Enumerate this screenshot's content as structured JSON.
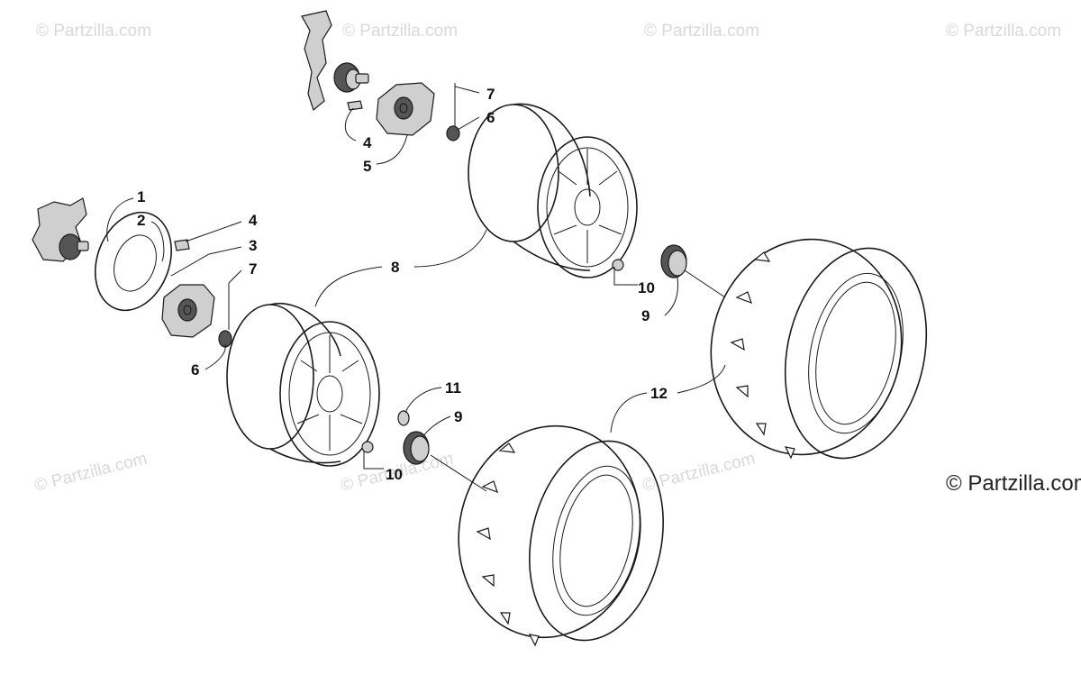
{
  "watermarks": {
    "faded": "© Partzilla.com",
    "main": "© Partzilla.com"
  },
  "callouts": {
    "c1": "1",
    "c2": "2",
    "c3": "3",
    "c4a": "4",
    "c4b": "4",
    "c5": "5",
    "c6a": "6",
    "c6b": "6",
    "c7a": "7",
    "c7b": "7",
    "c8": "8",
    "c9a": "9",
    "c9b": "9",
    "c10a": "10",
    "c10b": "10",
    "c11": "11",
    "c12": "12"
  }
}
